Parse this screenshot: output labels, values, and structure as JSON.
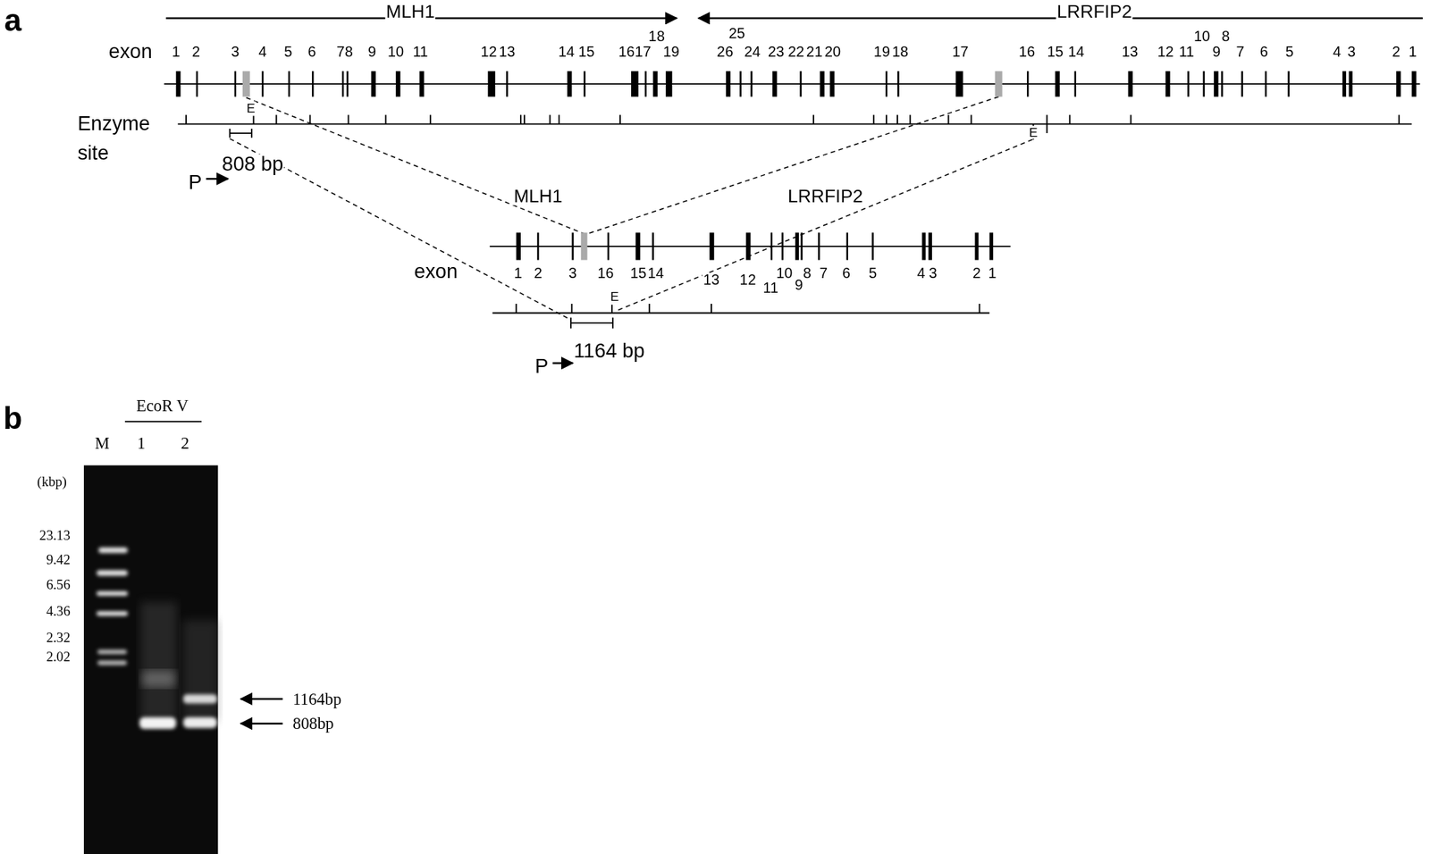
{
  "diagram": {
    "labels": [
      "a",
      "MLH1",
      "LRRFIP2",
      "exon",
      "1",
      "2",
      "3",
      "4",
      "5",
      "6",
      "78",
      "9",
      "10",
      "11",
      "12",
      "13",
      "14",
      "15",
      "16",
      "17",
      "18",
      "19",
      "25",
      "26",
      "24",
      "23",
      "22",
      "21",
      "20",
      "19",
      "18",
      "17",
      "16",
      "15",
      "14",
      "13",
      "12",
      "11",
      "10",
      "9",
      "8",
      "7",
      "6",
      "5",
      "4",
      "3",
      "2",
      "1",
      "Enzyme site",
      "E",
      "808 bp",
      "P",
      "E",
      "MLH1",
      "LRRFIP2",
      "exon",
      "1",
      "2",
      "3",
      "16",
      "15",
      "14",
      "13",
      "12",
      "11",
      "10",
      "9",
      "8",
      "7",
      "6",
      "5",
      "4",
      "3",
      "2",
      "1",
      "E",
      "1164 bp",
      "P",
      "b",
      "EcoR V",
      "M",
      "1",
      "2",
      "(kbp)",
      "23.13",
      "9.42",
      "6.56",
      "4.36",
      "2.32",
      "2.02",
      "1164bp",
      "808bp"
    ]
  }
}
